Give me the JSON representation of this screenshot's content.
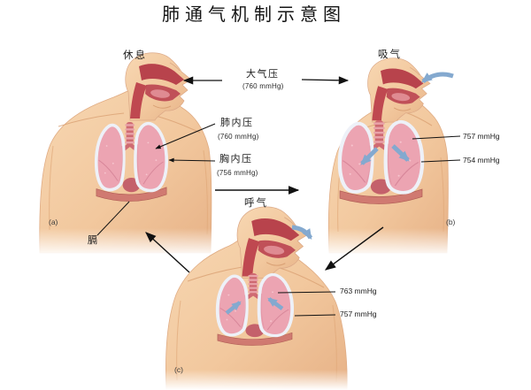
{
  "title": "肺通气机制示意图",
  "cycle": {
    "atmosphere": {
      "label": "大气压",
      "value": "(760 mmHg)"
    }
  },
  "figures": {
    "rest": {
      "state": "休息",
      "letter": "(a)",
      "lung_pressure": {
        "label": "肺内压",
        "value": "(760 mmHg)"
      },
      "pleural_pressure": {
        "label": "胸内压",
        "value": "(756 mmHg)"
      },
      "diaphragm_label": "膈"
    },
    "inhale": {
      "state": "吸气",
      "letter": "(b)",
      "lung_pressure": "757 mmHg",
      "pleural_pressure": "754 mmHg"
    },
    "exhale": {
      "state": "呼气",
      "letter": "(c)",
      "lung_pressure": "763 mmHg",
      "pleural_pressure": "757 mmHg"
    }
  },
  "colors": {
    "skin": "#f2c89e",
    "skin_shadow": "#d99b6e",
    "lung": "#eca4b2",
    "lung_edge": "#d8879a",
    "pleura": "#eef1f8",
    "pleura_edge": "#a9b6cf",
    "airway_red": "#bf4850",
    "trachea": "#cf6a72",
    "flow_arrow_blue": "#84a9cf",
    "annotation_line": "#111111"
  }
}
